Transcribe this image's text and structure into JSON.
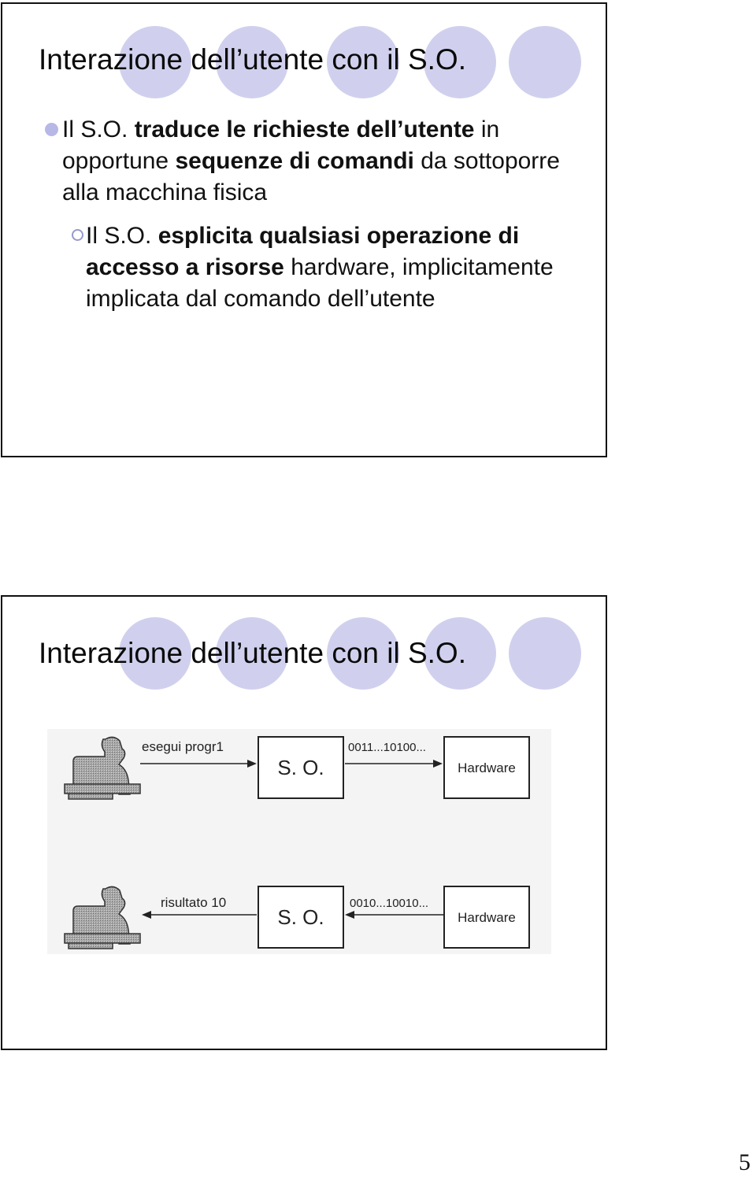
{
  "slide1": {
    "title": "Interazione dell’utente con il S.O.",
    "bullet": {
      "p1": "Il S.O. ",
      "b1": "traduce le richieste dell’utente",
      "p2": " in opportune ",
      "b2": "sequenze di comandi",
      "p3": " da sottoporre alla macchina fisica"
    },
    "sub_bullet": {
      "p1": "Il S.O. ",
      "b1": "esplicita qualsiasi operazione di accesso a risorse",
      "p2": " hardware, implicitamente implicata dal comando dell’utente"
    }
  },
  "slide2": {
    "title": "Interazione dell’utente con il S.O.",
    "diagram": {
      "request_label": "esegui progr1",
      "os_label": "S. O.",
      "command_bits": "0011...10100...",
      "hardware_label": "Hardware",
      "result_label": "risultato 10",
      "result_bits": "0010...10010..."
    }
  },
  "page_number": "5",
  "colors": {
    "accent_circles": "#d0d0ee",
    "bullet_fill": "#b8b8e6",
    "figure_gray": "#9a9a9a"
  }
}
